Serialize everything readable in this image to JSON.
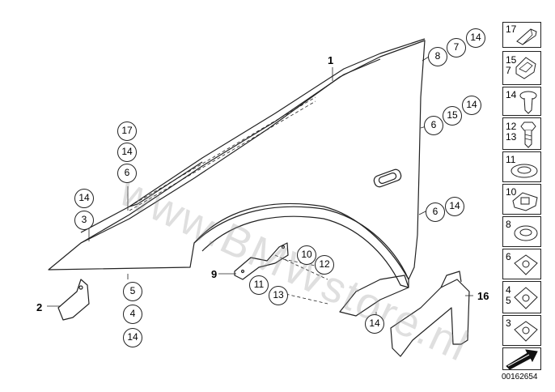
{
  "watermark": "www.BMWstore.nl",
  "diagram_code": "00162654",
  "labels": {
    "l1": "1",
    "l2": "2",
    "l9": "9",
    "l16": "16"
  },
  "callouts": {
    "c8": "8",
    "c7": "7",
    "c14a": "14",
    "c6a": "6",
    "c15": "15",
    "c14b": "14",
    "c6b": "6",
    "c14c": "14",
    "c17": "17",
    "c14d": "14",
    "c6c": "6",
    "c14e": "14",
    "c3": "3",
    "c10": "10",
    "c12": "12",
    "c11": "11",
    "c13": "13",
    "c5": "5",
    "c4": "4",
    "c14f": "14",
    "c14g": "14"
  },
  "panel": [
    {
      "num": "17"
    },
    {
      "num": "15\n7"
    },
    {
      "num": "14"
    },
    {
      "num": "12\n13"
    },
    {
      "num": "11"
    },
    {
      "num": "10"
    },
    {
      "num": "8"
    },
    {
      "num": "6"
    },
    {
      "num": "4\n5"
    },
    {
      "num": "3"
    }
  ],
  "colors": {
    "line": "#222222",
    "watermark": "#969696",
    "part_fill": "#ffffff"
  }
}
